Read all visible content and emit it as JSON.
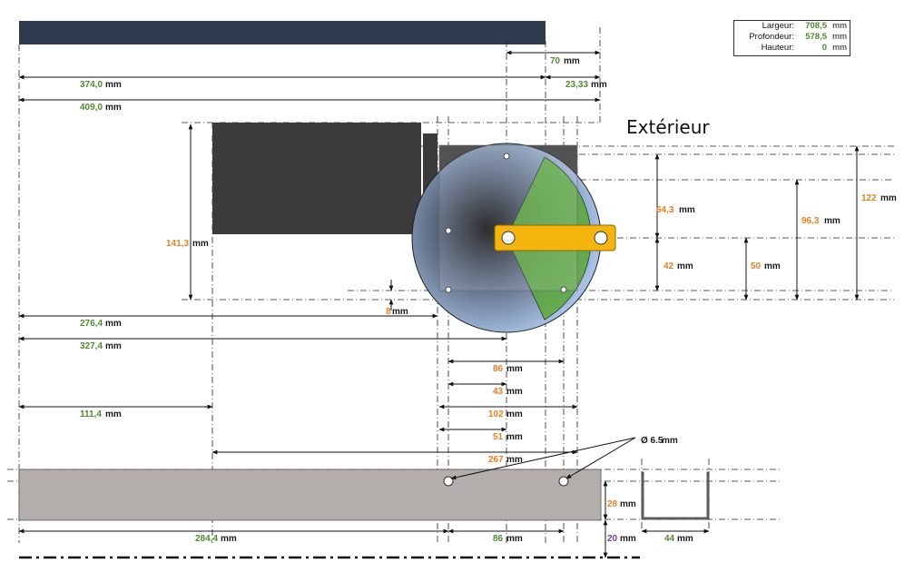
{
  "title": "Extérieur",
  "info": {
    "rows": [
      {
        "label": "Largeur:",
        "value": "708,5",
        "unit": "mm"
      },
      {
        "label": "Profondeur:",
        "value": "578,5",
        "unit": "mm"
      },
      {
        "label": "Hauteur:",
        "value": "0",
        "unit": "mm"
      }
    ]
  },
  "dims": {
    "d70": "70",
    "d374": "374,0",
    "d2333": "23,33",
    "d409": "409,0",
    "d1413": "141,3",
    "d643": "64,3",
    "d963": "96,3",
    "d122": "122",
    "d42": "42",
    "d50": "50",
    "d8": "8",
    "d2764": "276,4",
    "d3274": "327,4",
    "d86a": "86",
    "d43": "43",
    "d1114": "111,4",
    "d102": "102",
    "d51": "51",
    "d267": "267",
    "hole": "Ø 6.5",
    "d28": "28",
    "d2844": "284,4",
    "d86b": "86",
    "d20": "20",
    "d44": "44",
    "mm": "mm"
  },
  "colors": {
    "top_bar": "#2e3a4d",
    "block": "#3b3b3b",
    "plate": "#b3aeab",
    "arm": "#f6b40e",
    "green": "#5aa83a",
    "blue": "#a7c4e8"
  }
}
